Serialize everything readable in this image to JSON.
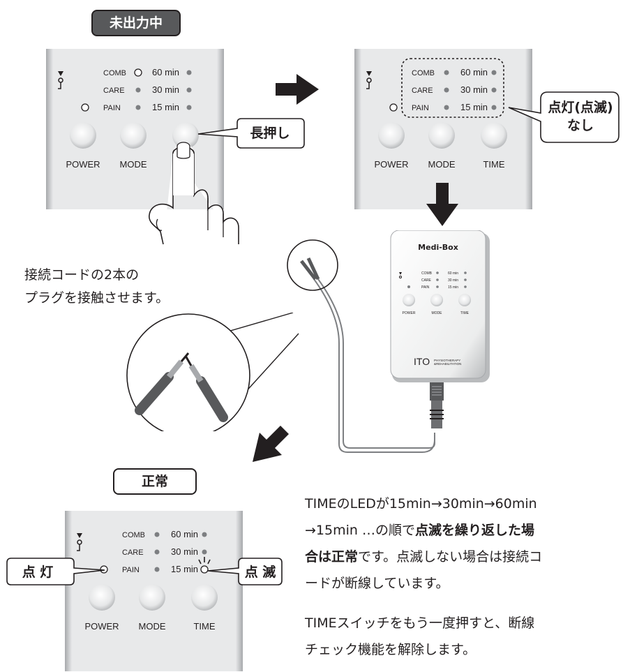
{
  "status": {
    "before": "未出力中",
    "normal": "正常"
  },
  "panel": {
    "modes": [
      "COMB",
      "CARE",
      "PAIN"
    ],
    "times": [
      "60 min",
      "30 min",
      "15 min"
    ],
    "buttons": [
      "POWER",
      "MODE",
      "TIME"
    ]
  },
  "callouts": {
    "long_press": "長押し",
    "no_light_1": "点灯(点滅)",
    "no_light_2": "なし",
    "lit": "点 灯",
    "blink": "点 滅"
  },
  "device": {
    "brand": "Medi-Box",
    "maker_logo": "ITO",
    "maker_sub_1": "PHYSIOTHERAPY",
    "maker_sub_2": "&REHABILITATION",
    "modes": [
      "COMB",
      "CARE",
      "PAIN"
    ],
    "times": [
      "60 min",
      "30 min",
      "15 min"
    ],
    "buttons": [
      "POWER",
      "MODE",
      "TIME"
    ]
  },
  "caption": {
    "line1": "接続コードの2本の",
    "line2": "プラグを接触させます。"
  },
  "description": {
    "p1_line1": "TIMEのLEDが15min→30min→60min",
    "p1_line2_a": "→15min …の順で",
    "p1_line2_b": "点滅を繰り返した場",
    "p1_line3_a": "合は正常",
    "p1_line3_b": "です。点滅しない場合は接続コ",
    "p1_line4": "ードが断線しています。",
    "p2_line1": "TIMEスイッチをもう一度押すと、断線",
    "p2_line2": "チェック機能を解除します。"
  },
  "colors": {
    "panel_bg": "#eaebec",
    "panel_edge": "#9fa1a3",
    "led_gray": "#7d7f82",
    "text": "#231f20",
    "status_dark": "#58595b",
    "arrow": "#231f20"
  }
}
